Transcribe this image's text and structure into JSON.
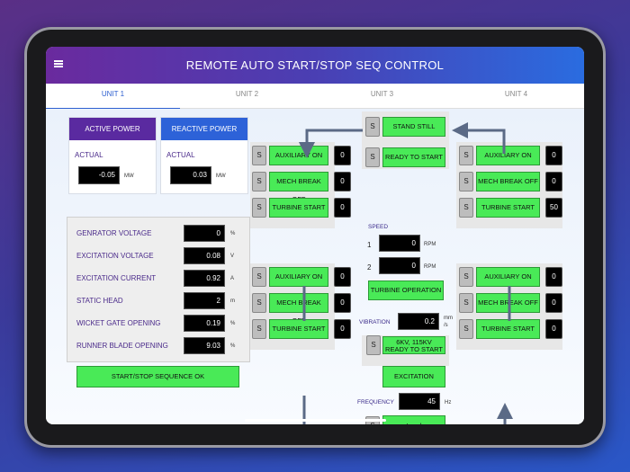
{
  "header": {
    "title": "REMOTE AUTO START/STOP SEQ CONTROL"
  },
  "tabs": [
    {
      "label": "UNIT 1"
    },
    {
      "label": "UNIT 2"
    },
    {
      "label": "UNIT 3"
    },
    {
      "label": "UNIT 4"
    }
  ],
  "active_power": {
    "title": "ACTIVE POWER",
    "actual_label": "ACTUAL",
    "value": "-0.05",
    "unit": "MW"
  },
  "reactive_power": {
    "title": "REACTIVE POWER",
    "actual_label": "ACTUAL",
    "value": "0.03",
    "unit": "MW"
  },
  "params": [
    {
      "label": "GENRATOR VOLTAGE",
      "value": "0",
      "unit": "%"
    },
    {
      "label": "EXCITATION VOLTAGE",
      "value": "0.08",
      "unit": "V"
    },
    {
      "label": "EXCITATION CURRENT",
      "value": "0.92",
      "unit": "A"
    },
    {
      "label": "STATIC HEAD",
      "value": "2",
      "unit": "m"
    },
    {
      "label": "WICKET GATE OPENING",
      "value": "0.19",
      "unit": "%"
    },
    {
      "label": "RUNNER BLADE OPENING",
      "value": "9.03",
      "unit": "%"
    }
  ],
  "sequence_ok": "START/STOP SEQUENCE  OK",
  "s": "S",
  "left_top": [
    {
      "label": "AUXILIARY ON",
      "count": "0"
    },
    {
      "label": "MECH BREAK OFF",
      "count": "0"
    },
    {
      "label": "TURBINE START",
      "count": "0"
    }
  ],
  "left_bottom": [
    {
      "label": "AUXILIARY ON",
      "count": "0"
    },
    {
      "label": "MECH BREAK OFF",
      "count": "0"
    },
    {
      "label": "TURBINE START",
      "count": "0"
    }
  ],
  "right_top": [
    {
      "label": "AUXILIARY ON",
      "count": "0"
    },
    {
      "label": "MECH BREAK OFF",
      "count": "0"
    },
    {
      "label": "TURBINE START",
      "count": "50"
    }
  ],
  "right_bottom": [
    {
      "label": "AUXILIARY ON",
      "count": "0"
    },
    {
      "label": "MECH BREAK OFF",
      "count": "0"
    },
    {
      "label": "TURBINE START",
      "count": "0"
    }
  ],
  "center": {
    "stand_still": "STAND STILL",
    "ready_to_start": "READY TO START",
    "speed_label": "SPEED",
    "speed": [
      {
        "idx": "1",
        "value": "0",
        "unit": "RPM"
      },
      {
        "idx": "2",
        "value": "0",
        "unit": "RPM"
      }
    ],
    "turbine_operation": "TURBINE OPERATION",
    "vibration_label": "VIBRATION",
    "vibration_value": "0.2",
    "vibration_unit": "mm /s",
    "ready_6kv_line1": "6KV, 115KV",
    "ready_6kv_line2": "READY TO START",
    "excitation_local": "EXCITATION LOCAL",
    "frequency_label": "FREQUENCY",
    "frequency_value": "45",
    "frequency_unit": "Hz",
    "load": "Load"
  },
  "colors": {
    "active_head": "#5a2aa0",
    "reactive_head": "#2d62d8",
    "green": "#49ea57",
    "arrow": "#5b6a86"
  }
}
